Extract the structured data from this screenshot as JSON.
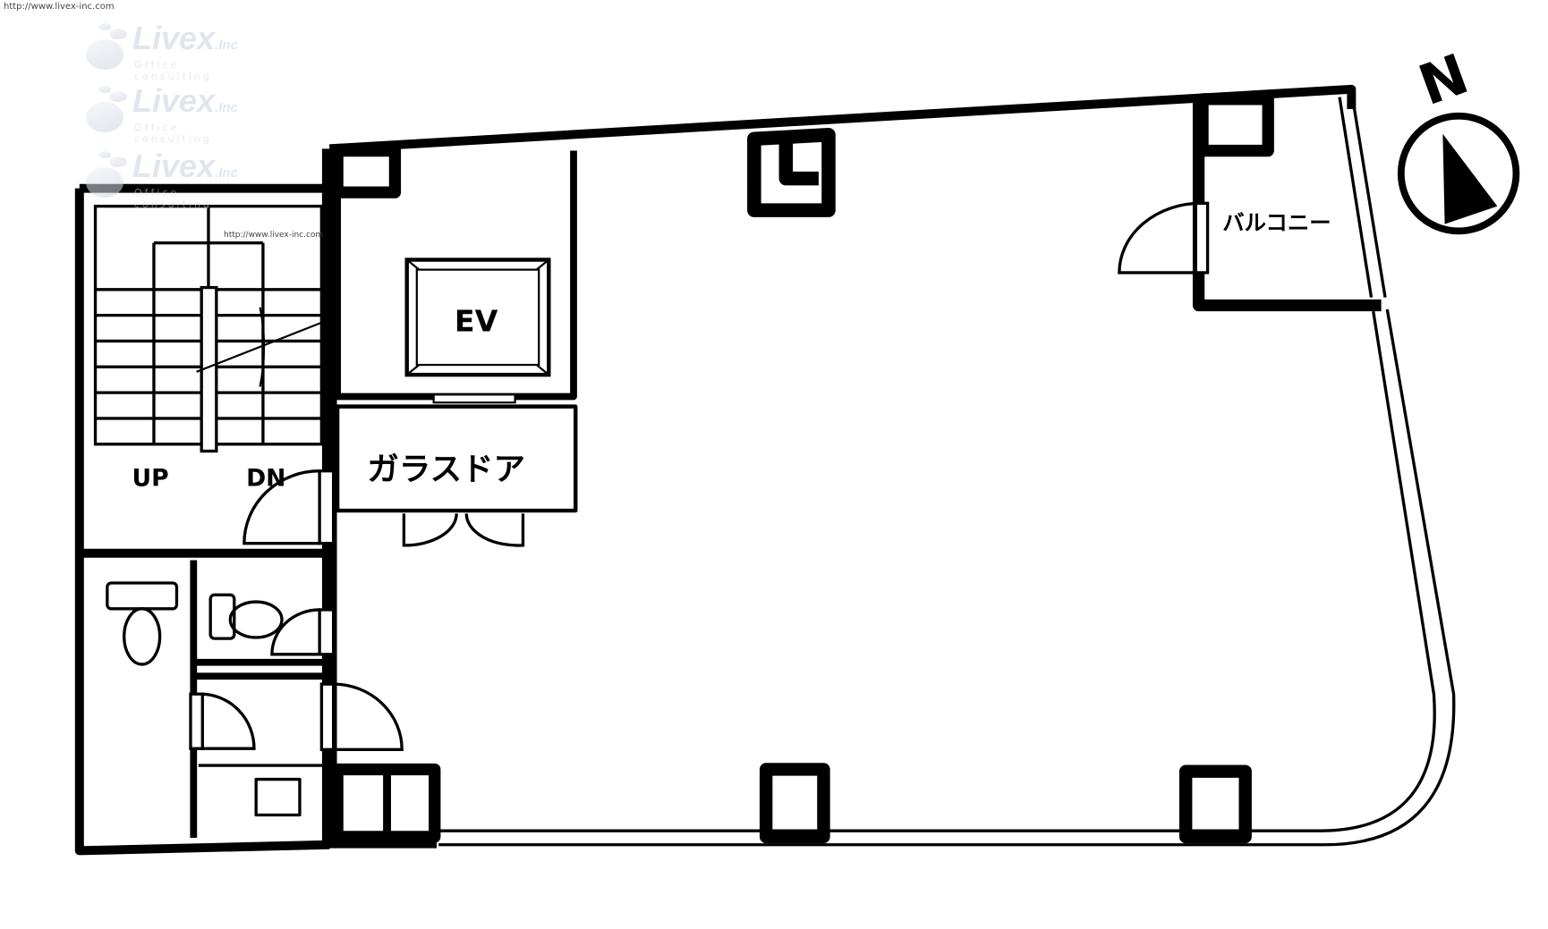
{
  "source_url": "http://www.livex-inc.com",
  "watermark": {
    "brand": "Livex",
    "suffix": ".Inc",
    "tagline": "Office consulting",
    "count": 3
  },
  "compass": {
    "label": "N"
  },
  "rooms": {
    "elevator": "EV",
    "glass_door": "ガラスドア",
    "balcony": "バルコニー",
    "stairs_up": "UP",
    "stairs_down": "DN"
  }
}
